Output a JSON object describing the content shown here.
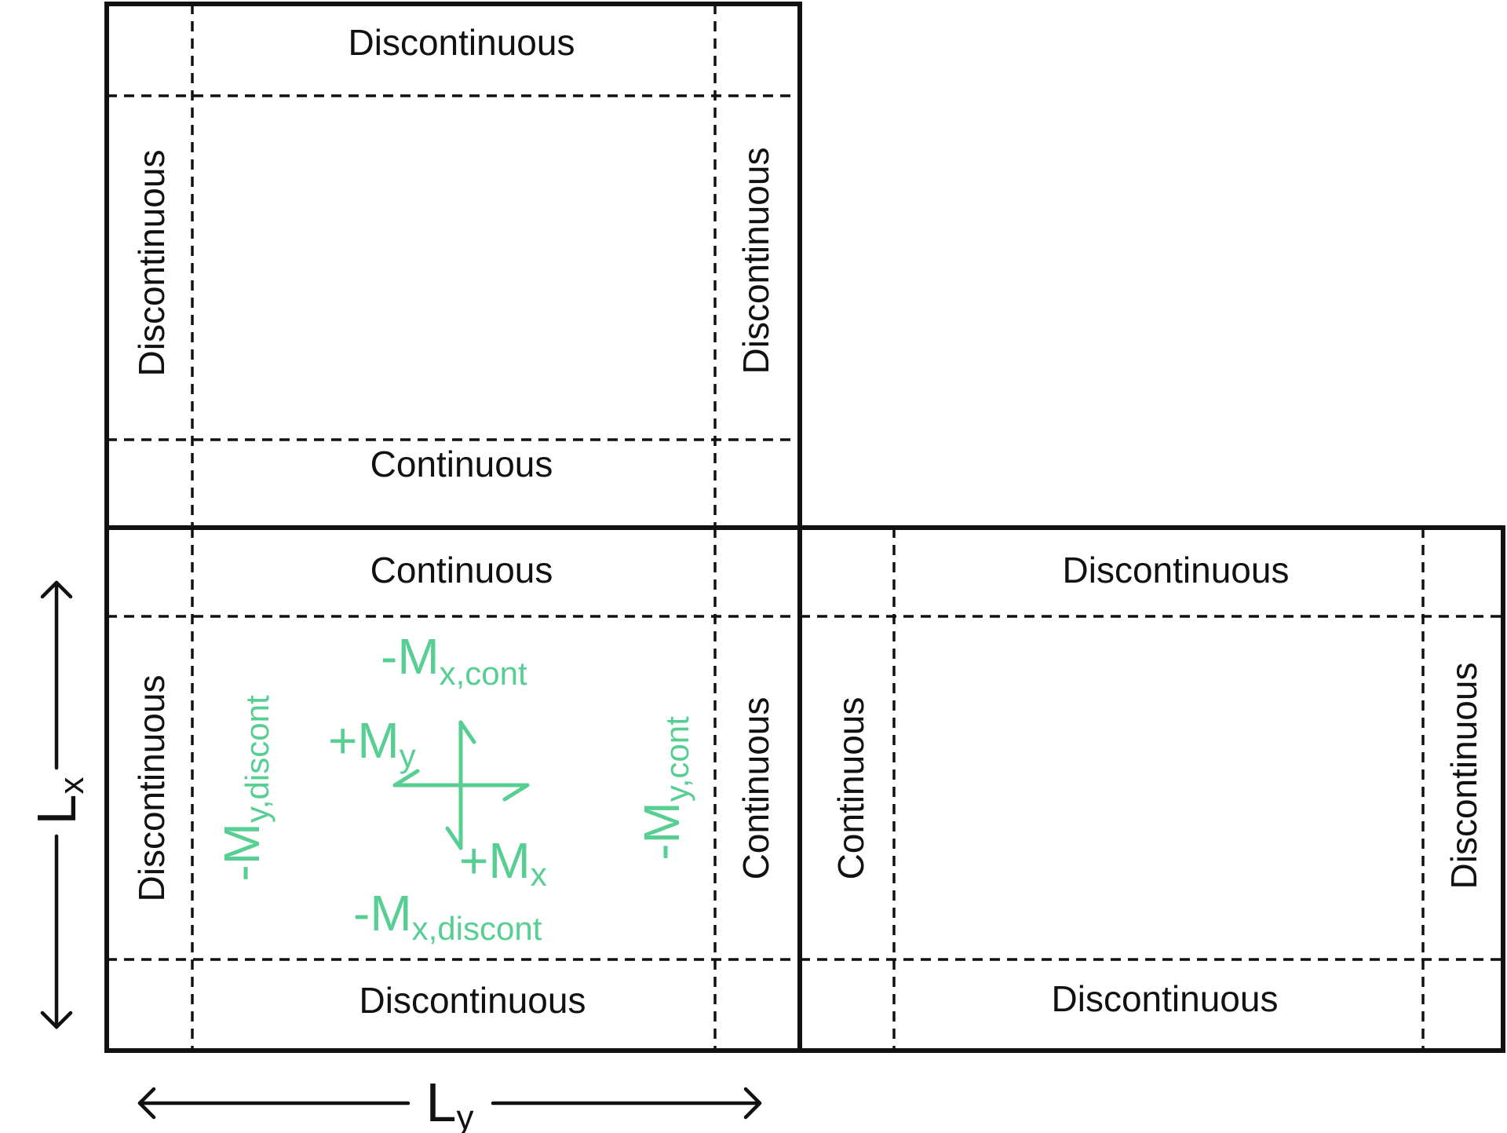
{
  "colors": {
    "moment": "#57CE92",
    "line": "#111111",
    "background": "#FFFFFF"
  },
  "panel_top": {
    "top": "Discontinuous",
    "left": "Discontinuous",
    "right": "Discontinuous",
    "bottom": "Continuous"
  },
  "panel_main": {
    "top": "Continuous",
    "left": "Discontinuous",
    "right": "Continuous",
    "bottom": "Discontinuous"
  },
  "panel_right": {
    "top": "Discontinuous",
    "left": "Continuous",
    "right": "Discontinuous",
    "bottom": "Discontinuous"
  },
  "dimensions": {
    "lx": {
      "main": "L",
      "sub": "x"
    },
    "ly": {
      "main": "L",
      "sub": "y"
    }
  },
  "moments": {
    "neg_mx_cont": {
      "main": "-M",
      "sub": "x,cont"
    },
    "neg_mx_discont": {
      "main": "-M",
      "sub": "x,discont"
    },
    "pos_my": {
      "main": "+M",
      "sub": "y"
    },
    "pos_mx": {
      "main": "+M",
      "sub": "x"
    },
    "neg_my_discont": {
      "main": "-M",
      "sub": "y,discont"
    },
    "neg_my_cont": {
      "main": "-M",
      "sub": "y,cont"
    }
  }
}
